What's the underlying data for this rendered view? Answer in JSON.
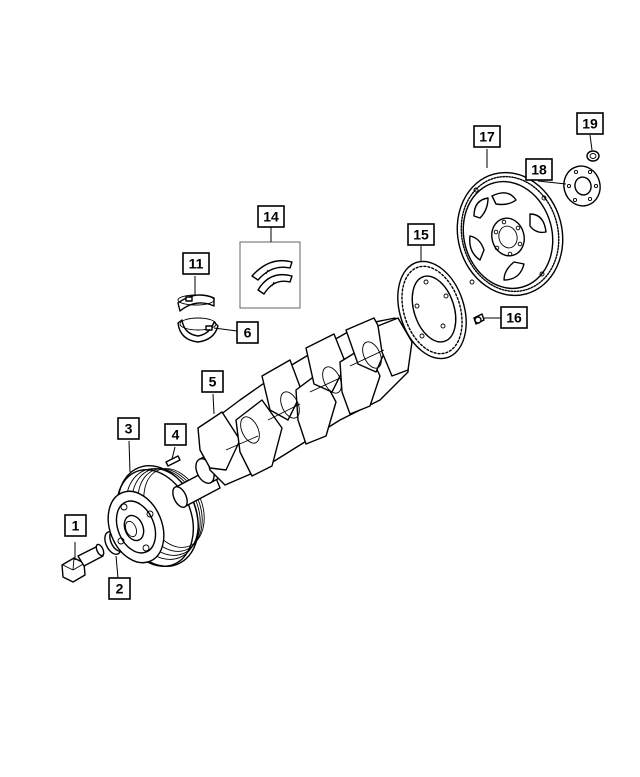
{
  "diagram": {
    "callouts": [
      {
        "id": "c1",
        "label": "1"
      },
      {
        "id": "c2",
        "label": "2"
      },
      {
        "id": "c3",
        "label": "3"
      },
      {
        "id": "c4",
        "label": "4"
      },
      {
        "id": "c5",
        "label": "5"
      },
      {
        "id": "c6",
        "label": "6"
      },
      {
        "id": "c11",
        "label": "11"
      },
      {
        "id": "c14",
        "label": "14"
      },
      {
        "id": "c15",
        "label": "15"
      },
      {
        "id": "c16",
        "label": "16"
      },
      {
        "id": "c17",
        "label": "17"
      },
      {
        "id": "c18",
        "label": "18"
      },
      {
        "id": "c19",
        "label": "19"
      }
    ]
  }
}
